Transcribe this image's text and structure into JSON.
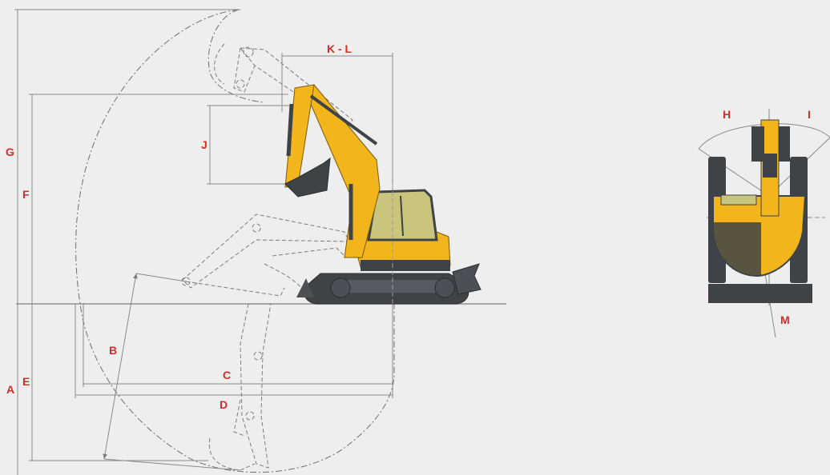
{
  "diagram": {
    "labels": {
      "A": "A",
      "B": "B",
      "C": "C",
      "D": "D",
      "E": "E",
      "F": "F",
      "G": "G",
      "H": "H",
      "I": "I",
      "J": "J",
      "KL": "K - L",
      "M": "M"
    },
    "colors": {
      "background": "#eeeeee",
      "label_red": "#d42d2a",
      "label_dark": "#3a3a3a",
      "machine_yellow": "#f2b51b",
      "machine_dark": "#3d4347",
      "dimension_line": "#8a8a8a"
    }
  }
}
